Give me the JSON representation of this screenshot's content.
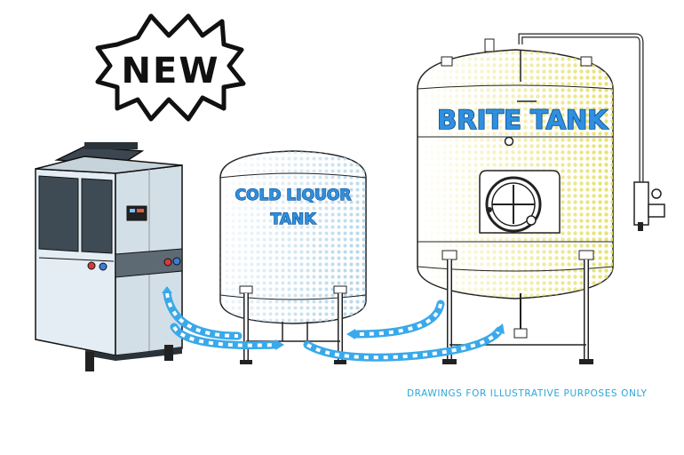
{
  "badge": {
    "text": "NEW"
  },
  "tanks": {
    "cold_liquor": {
      "line1": "COLD LIQUOR",
      "line2": "TANK"
    },
    "brite": {
      "label": "BRITE TANK"
    }
  },
  "disclaimer": "DRAWINGS FOR ILLUSTRATIVE PURPOSES ONLY",
  "colors": {
    "outline": "#222222",
    "label_fill": "#2f8fe0",
    "arrow": "#3aa9ea",
    "brite_dots": "#e4de62",
    "cold_dots": "#b9d8ea",
    "chiller_body": "#dfe8ee",
    "disclaimer_text": "#2aa7d9"
  },
  "icons": [
    "new-badge-icon",
    "chiller-unit-icon",
    "cold-liquor-tank-icon",
    "brite-tank-icon",
    "flow-arrow-icon"
  ]
}
